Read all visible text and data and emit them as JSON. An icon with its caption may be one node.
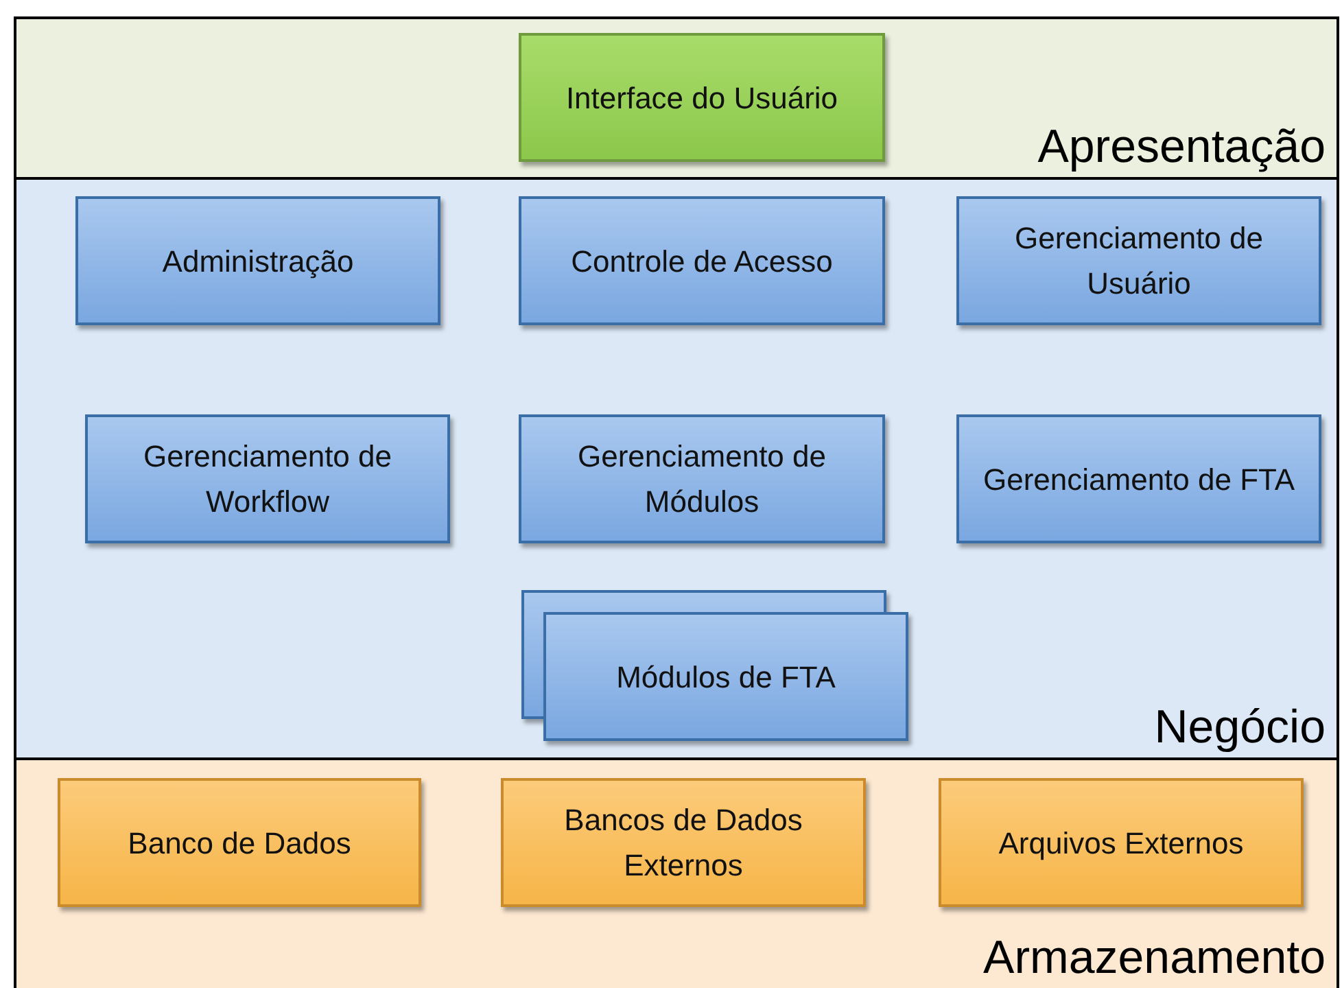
{
  "diagram": {
    "nodes": [
      {
        "text": [
          "Apresentação"
        ]
      },
      {
        "text": [
          "Interface do Usuário"
        ],
        "in": 0
      },
      {
        "text": [
          "Negócio"
        ]
      },
      {
        "text": [
          "Administração"
        ],
        "in": 2
      },
      {
        "text": [
          "Controle de Acesso"
        ],
        "in": 2
      },
      {
        "text": [
          "Gerenciamento de Usuário"
        ],
        "in": 2
      },
      {
        "text": [
          "Gerenciamento de Workflow"
        ],
        "in": 2
      },
      {
        "text": [
          "Gerenciamento de Módulos"
        ],
        "in": 2
      },
      {
        "text": [
          "Gerenciamento de FTA"
        ],
        "in": 2
      },
      {
        "text": [
          "Módulos de FTA"
        ],
        "in": 2
      },
      {
        "text": [
          "Armazenamento"
        ]
      },
      {
        "text": [
          "Banco de Dados"
        ],
        "in": 10
      },
      {
        "text": [
          "Bancos de Dados Externos"
        ],
        "in": 10
      },
      {
        "text": [
          "Arquivos Externos"
        ],
        "in": 10
      }
    ]
  }
}
